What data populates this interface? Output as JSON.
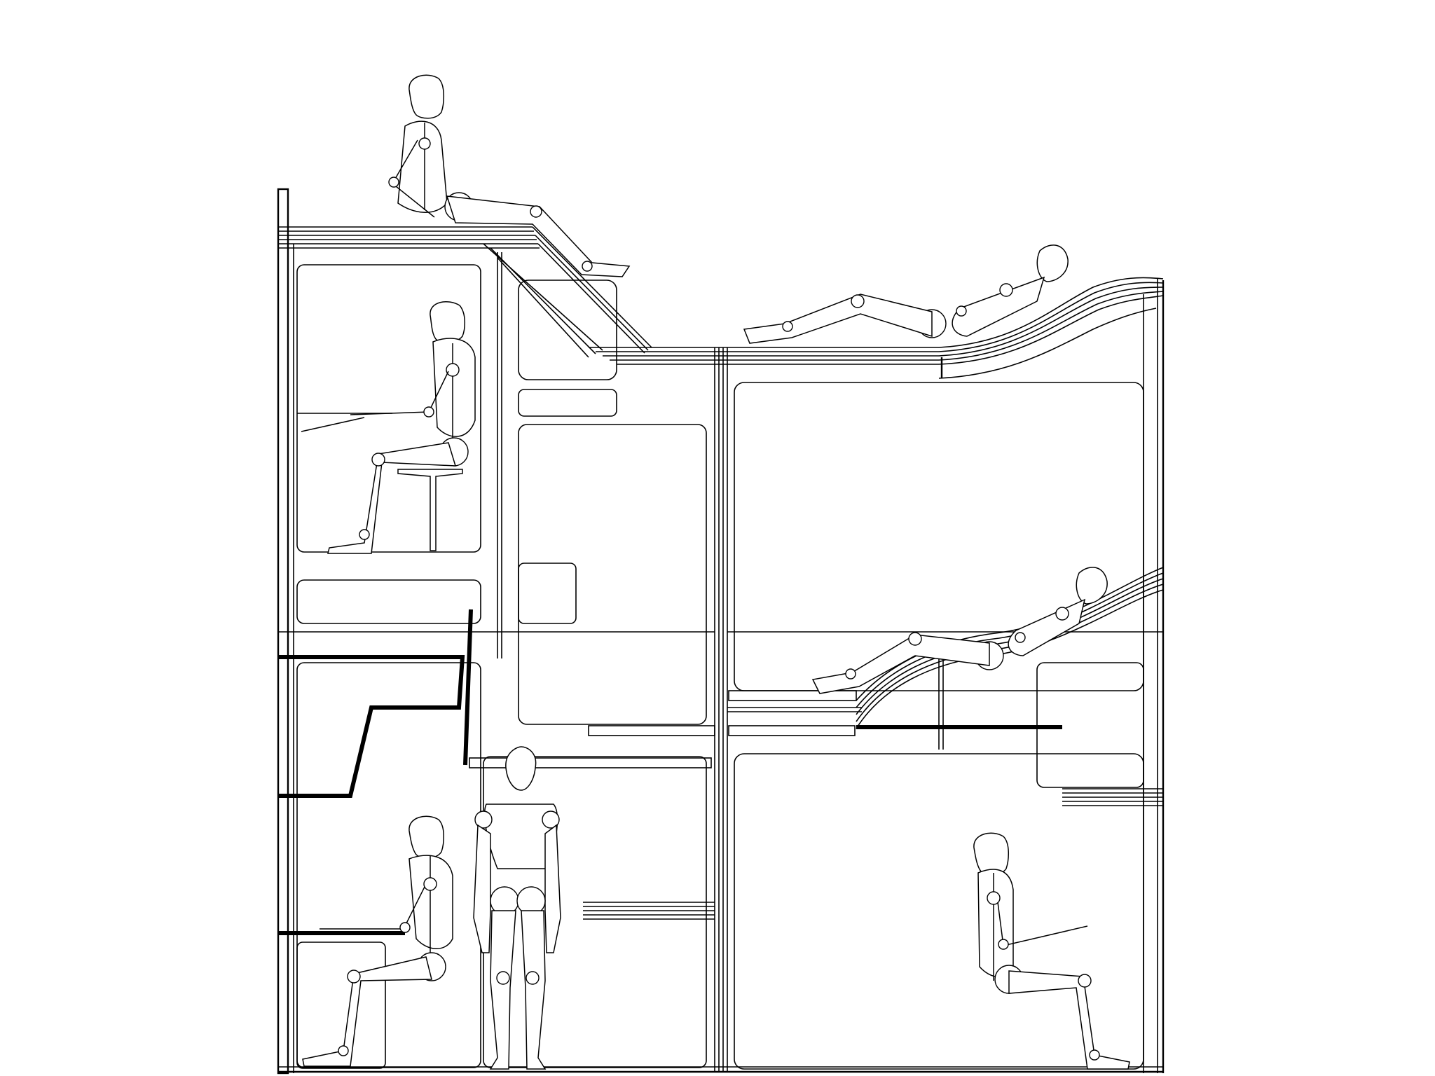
{
  "diagram": {
    "kind": "architectural section with human figures",
    "colors": {
      "line": "#000000",
      "background": "#ffffff"
    },
    "figures": [
      {
        "id": "fig-roof-sitting",
        "pose": "sitting-on-roof"
      },
      {
        "id": "fig-desk-upper",
        "pose": "sitting-at-desk"
      },
      {
        "id": "fig-lounge-top",
        "pose": "reclining"
      },
      {
        "id": "fig-lounge-mid",
        "pose": "reclining"
      },
      {
        "id": "fig-standing",
        "pose": "standing-front"
      },
      {
        "id": "fig-desk-lower",
        "pose": "sitting-at-desk"
      },
      {
        "id": "fig-sitting-right",
        "pose": "sitting"
      }
    ]
  }
}
